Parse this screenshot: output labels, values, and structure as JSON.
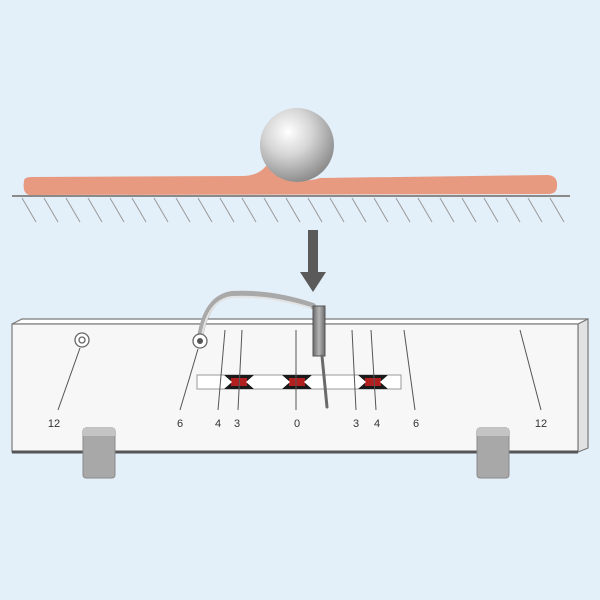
{
  "colors": {
    "background": "#e3eff9",
    "layer": "#e89a80",
    "ground_line": "#8a8a8a",
    "arrow": "#5a5a5a",
    "panel_fill": "#f7f7f7",
    "panel_stroke": "#7a7a7a",
    "window_red": "#b21f1f",
    "window_frame": "#1a1a1a",
    "feet": "#a8a8a8"
  },
  "icons": {
    "ball": "sphere-icon",
    "indicator": "down-arrow-icon",
    "bolt": "screw-head-icon"
  },
  "scale_labels": [
    "12",
    "6",
    "4",
    "3",
    "0",
    "3",
    "4",
    "6",
    "12"
  ]
}
